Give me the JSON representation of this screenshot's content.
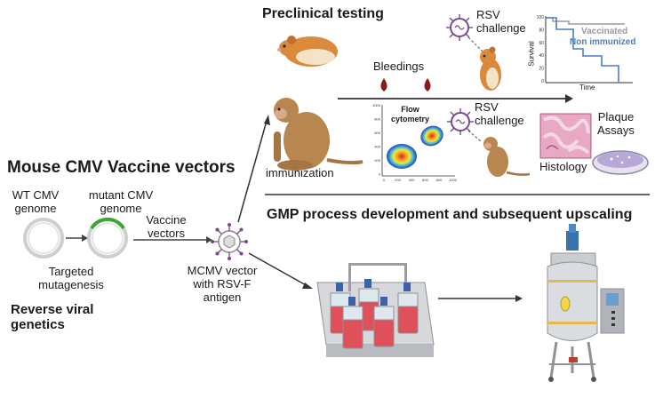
{
  "left": {
    "title": "Mouse CMV Vaccine vectors",
    "wt_label": [
      "WT CMV",
      "genome"
    ],
    "mutant_label": [
      "mutant CMV",
      "genome"
    ],
    "mutagenesis_label": [
      "Targeted",
      "mutagenesis"
    ],
    "reverse_label": [
      "Reverse viral",
      "genetics"
    ],
    "vaccine_vectors_label": [
      "Vaccine",
      "vectors"
    ],
    "mcmv_label": [
      "MCMV vector",
      "with RSV-F",
      "antigen"
    ]
  },
  "preclinical": {
    "title": "Preclinical testing",
    "bleedings": "Bleedings",
    "immunization": "immunization",
    "rsv_challenge_top": [
      "RSV",
      "challenge"
    ],
    "rsv_challenge_mid": [
      "RSV",
      "challenge"
    ],
    "flow": [
      "Flow",
      "cytometry"
    ],
    "histology": "Histology",
    "plaque": [
      "Plaque",
      "Assays"
    ]
  },
  "survival_chart": {
    "ylabel": "Survival",
    "xlabel": "Time",
    "legend_vaccinated": "Vaccinated",
    "legend_non": "Non immunized",
    "yticks": [
      "100",
      "80",
      "60",
      "40",
      "20",
      "0"
    ]
  },
  "flow_chart": {
    "xticks": [
      "0",
      "200",
      "400",
      "600",
      "800",
      "1000"
    ],
    "yticks": [
      "1000",
      "800",
      "600",
      "400",
      "200",
      "0"
    ]
  },
  "gmp": {
    "title": "GMP process development and subsequent upscaling"
  },
  "colors": {
    "vaccinated_line": "#9a9a9a",
    "non_immunized_line": "#4a7fc1",
    "blood": "#8b1a1a",
    "virus": "#7a4a8a",
    "green_insert": "#3aa635",
    "vessel_red": "#e0505a"
  }
}
